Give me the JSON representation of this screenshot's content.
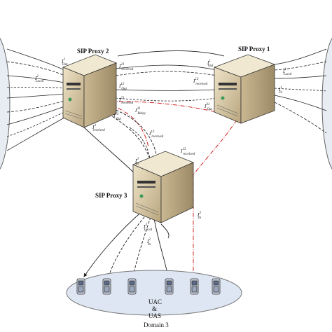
{
  "nodes": {
    "proxy2": {
      "title": "SIP Proxy 2"
    },
    "proxy1": {
      "title": "SIP Proxy 1"
    },
    "proxy3": {
      "title": "SIP Proxy 3"
    }
  },
  "domain3": {
    "line1": "UAC",
    "line2": "&",
    "line3": "UAS",
    "caption": "Domain 3"
  },
  "flows": [
    {
      "sym": "I",
      "sup": "2",
      "sub": "Out"
    },
    {
      "sym": "I",
      "sup": "2",
      "sub": "Local"
    },
    {
      "sym": "I",
      "sup": "21",
      "sub": "received"
    },
    {
      "sym": "I",
      "sup": "12",
      "sub": "Out"
    },
    {
      "sym": "I",
      "sup": "21",
      "sub": "received"
    },
    {
      "sym": "I",
      "sup": "13",
      "sub": "Out"
    },
    {
      "sym": "I",
      "sup": "3",
      "sub": "received"
    },
    {
      "sym": "I",
      "sup": "31",
      "sub": "Relay"
    },
    {
      "sym": "I",
      "sup": "13",
      "sub": "received"
    },
    {
      "sym": "I",
      "sup": "1",
      "sub": "Out"
    },
    {
      "sym": "I",
      "sup": "12",
      "sub": "received"
    },
    {
      "sym": "I",
      "sup": "1",
      "sub": "Local"
    },
    {
      "sym": "I",
      "sup": "1",
      "sub": "In"
    },
    {
      "sym": "I",
      "sup": "31",
      "sub": "Out"
    },
    {
      "sym": "I",
      "sup": "13",
      "sub": "received"
    },
    {
      "sym": "I",
      "sup": "3",
      "sub": "In"
    },
    {
      "sym": "I",
      "sup": "3",
      "sub": "In"
    },
    {
      "sym": "I",
      "sup": "3",
      "sub": "Local"
    },
    {
      "sym": "I",
      "sup": "2",
      "sub": "In"
    }
  ],
  "colors": {
    "server_face": "#d9ccb0",
    "server_top": "#efe6d0",
    "server_side": "#b8a888",
    "domain_fill": "#dde6f2",
    "red_dash": "#d02020",
    "phone": "#cfd6e4"
  }
}
